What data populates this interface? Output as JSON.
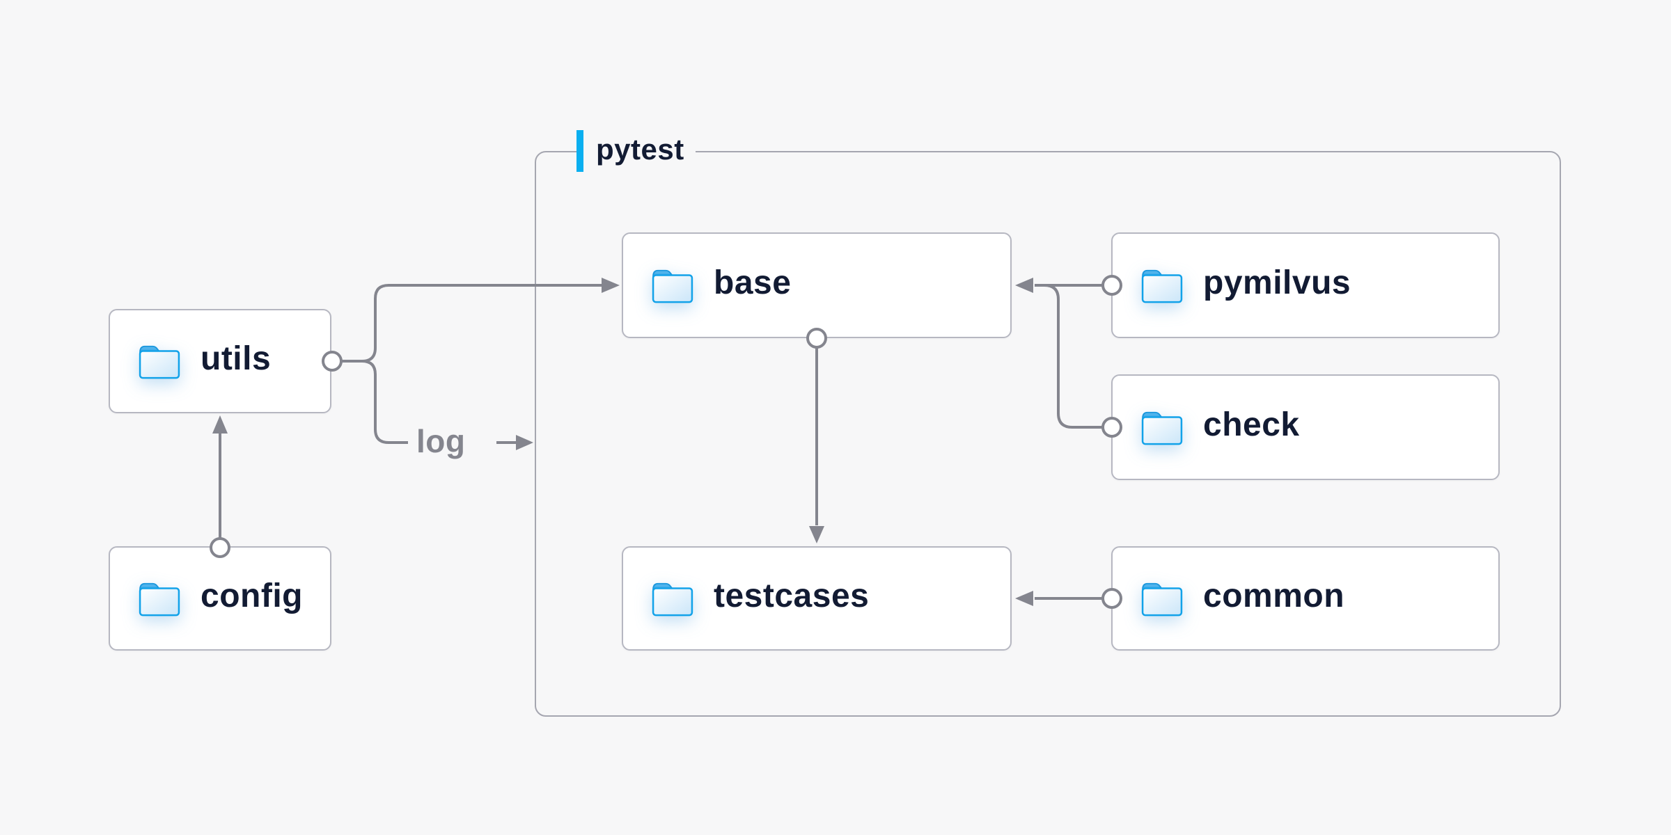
{
  "pytest_group": {
    "label": "pytest"
  },
  "nodes": {
    "utils": {
      "label": "utils"
    },
    "config": {
      "label": "config"
    },
    "base": {
      "label": "base"
    },
    "pymilvus": {
      "label": "pymilvus"
    },
    "check": {
      "label": "check"
    },
    "testcases": {
      "label": "testcases"
    },
    "common": {
      "label": "common"
    }
  },
  "edges": [
    {
      "from": "config",
      "to": "utils"
    },
    {
      "from": "utils",
      "to": "base"
    },
    {
      "from": "utils",
      "to": "pytest-group-border",
      "label": "log"
    },
    {
      "from": "base",
      "to": "testcases"
    },
    {
      "from": "pymilvus",
      "to": "base"
    },
    {
      "from": "check",
      "to": "base"
    },
    {
      "from": "common",
      "to": "testcases"
    }
  ],
  "icons": {
    "node_icon": "folder-icon"
  },
  "colors": {
    "background": "#f7f7f8",
    "node_fill": "#ffffff",
    "node_border": "#b6b7c1",
    "group_border": "#a5a6b0",
    "connector": "#84858e",
    "text": "#121b33",
    "accent": "#0aaff0",
    "folder_blue": "#12a2e9",
    "edge_label": "#84858e"
  }
}
